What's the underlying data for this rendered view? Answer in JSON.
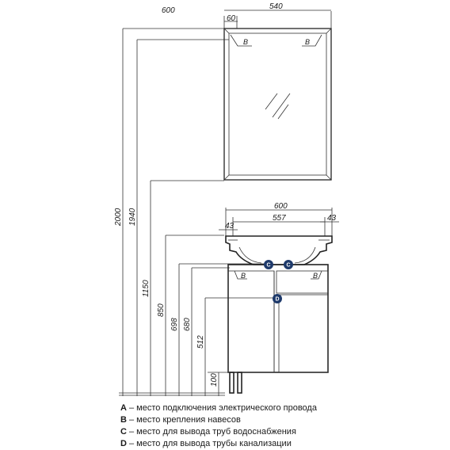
{
  "dimensions": {
    "mirror_width": "540",
    "mirror_offset": "60",
    "mirror_total": "600",
    "height_total": "2000",
    "height_mirror_top": "1940",
    "height_cabinet_1150": "1150",
    "height_850": "850",
    "height_698": "698",
    "height_680": "680",
    "height_512": "512",
    "height_100": "100",
    "cabinet_width": "600",
    "basin_width": "557",
    "basin_left_gap": "43",
    "basin_right_gap": "43"
  },
  "markers": {
    "b_label": "B",
    "c_label": "C",
    "d_label": "D"
  },
  "legend": [
    {
      "key": "A",
      "text": " – место подключения электрического провода"
    },
    {
      "key": "B",
      "text": " – место крепления навесов"
    },
    {
      "key": "C",
      "text": " – место для вывода труб водоснабжения"
    },
    {
      "key": "D",
      "text": " – место для вывода трубы канализации"
    }
  ]
}
